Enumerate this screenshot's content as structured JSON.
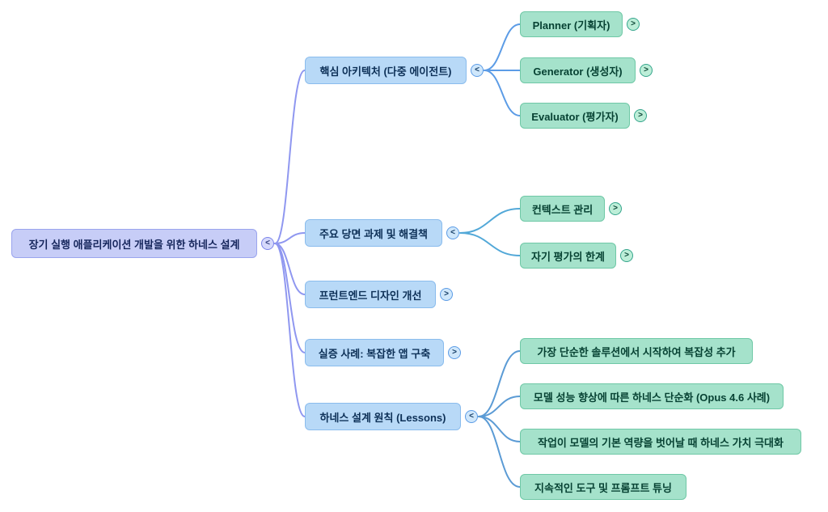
{
  "root": {
    "label": "장기 실행 애플리케이션 개발을 위한 하네스 설계",
    "toggle": "<"
  },
  "branches": [
    {
      "label": "핵심 아키텍처 (다중 에이전트)",
      "toggle": "<",
      "children": [
        {
          "label": "Planner (기획자)",
          "toggle": ">"
        },
        {
          "label": "Generator (생성자)",
          "toggle": ">"
        },
        {
          "label": "Evaluator (평가자)",
          "toggle": ">"
        }
      ]
    },
    {
      "label": "주요 당면 과제 및 해결책",
      "toggle": "<",
      "children": [
        {
          "label": "컨텍스트 관리",
          "toggle": ">"
        },
        {
          "label": "자기 평가의 한계",
          "toggle": ">"
        }
      ]
    },
    {
      "label": "프런트엔드 디자인 개선",
      "toggle": ">",
      "children": []
    },
    {
      "label": "실증 사례: 복잡한 앱 구축",
      "toggle": ">",
      "children": []
    },
    {
      "label": "하네스 설계 원칙 (Lessons)",
      "toggle": "<",
      "children": [
        {
          "label": "가장 단순한 솔루션에서 시작하여 복잡성 추가"
        },
        {
          "label": "모델 성능 향상에 따른 하네스 단순화 (Opus 4.6 사례)"
        },
        {
          "label": "작업이 모델의 기본 역량을 벗어날 때 하네스 가치 극대화"
        },
        {
          "label": "지속적인 도구 및 프롬프트 튜닝"
        }
      ]
    }
  ],
  "palette": {
    "root_fill": "#c7cdf7",
    "root_border": "#9aa4ee",
    "level1_fill": "#b8d9f7",
    "level1_border": "#8abced",
    "level2_fill": "#a5e2cb",
    "level2_border": "#6fc8a6",
    "root_link": "#8f97f0",
    "branch_link": "#5c9ce6"
  }
}
